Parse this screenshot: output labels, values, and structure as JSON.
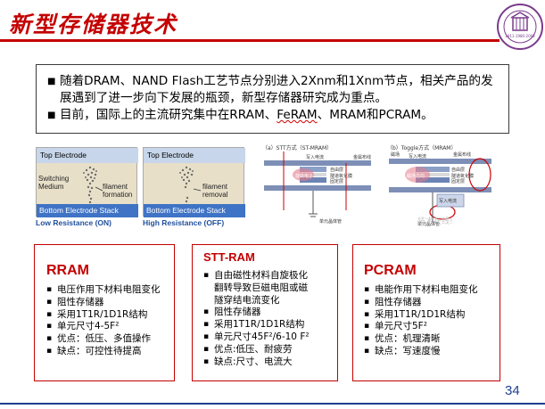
{
  "header": {
    "title": "新型存储器技术",
    "logo_text": "1911-1980-2008",
    "accent_color": "#c40000"
  },
  "intro": {
    "bullets": [
      "随着DRAM、NAND  Flash工艺节点分别进入2Xnm和1Xnm节点，相关产品的发展遇到了进一步向下发展的瓶颈，新型存储器研究成为重点。",
      "目前，国际上的主流研究集中在RRAM、FeRAM、MRAM和PCRAM。"
    ],
    "b2_prefix": "目前，国际上的主流研究集中在RRAM、",
    "b2_underlined": "FeRAM",
    "b2_suffix": "、MRAM和PCRAM。"
  },
  "figures": {
    "low": {
      "top": "Top Electrode",
      "medium": "Switching Medium",
      "filament": "filament formation",
      "bottom": "Bottom Electrode Stack",
      "caption": "Low Resistance (ON)"
    },
    "high": {
      "top": "Top Electrode",
      "filament": "filament removal",
      "bottom": "Bottom Electrode Stack",
      "caption": "High Resistance (OFF)"
    },
    "stt": {
      "caption": "（a）STT方式（ST-MRAM）",
      "write": "写入电流",
      "metal": "金属布线",
      "free": "自由层",
      "tunnel": "隧道氧化膜",
      "fixed": "固定层",
      "spin": "旋转电子",
      "transistor": "单元晶体管"
    },
    "toggle": {
      "caption": "（b）Toggle方式（MRAM）",
      "field": "磁场",
      "write": "写入电流",
      "metal": "金属布线",
      "free": "自由层",
      "tunnel": "隧道氧化膜",
      "fixed": "固定层",
      "spin": "磁场方向",
      "transistor": "单元晶体管"
    },
    "watermark": "技术在线!"
  },
  "cards": [
    {
      "title": "RRAM",
      "items": [
        "电压作用下材料电阻变化",
        "阻性存储器",
        "采用1T1R/1D1R结构",
        "单元尺寸4-5F²",
        "优点：低压、多值操作",
        "缺点：可控性待提高"
      ]
    },
    {
      "title": "STT-RAM",
      "items": [
        "自由磁性材料自旋极化",
        "翻转导致巨磁电阻或磁",
        "隧穿结电流变化",
        "阻性存储器",
        "采用1T1R/1D1R结构",
        "单元尺寸45F²/6-10 F²",
        "优点:低压、耐疲劳",
        "缺点:尺寸、电流大"
      ]
    },
    {
      "title": "PCRAM",
      "items": [
        "电能作用下材料电阻变化",
        "阻性存储器",
        "采用1T1R/1D1R结构",
        "单元尺寸5F²",
        "优点：机理清晰",
        "缺点：写速度慢"
      ]
    }
  ],
  "page_number": "34"
}
